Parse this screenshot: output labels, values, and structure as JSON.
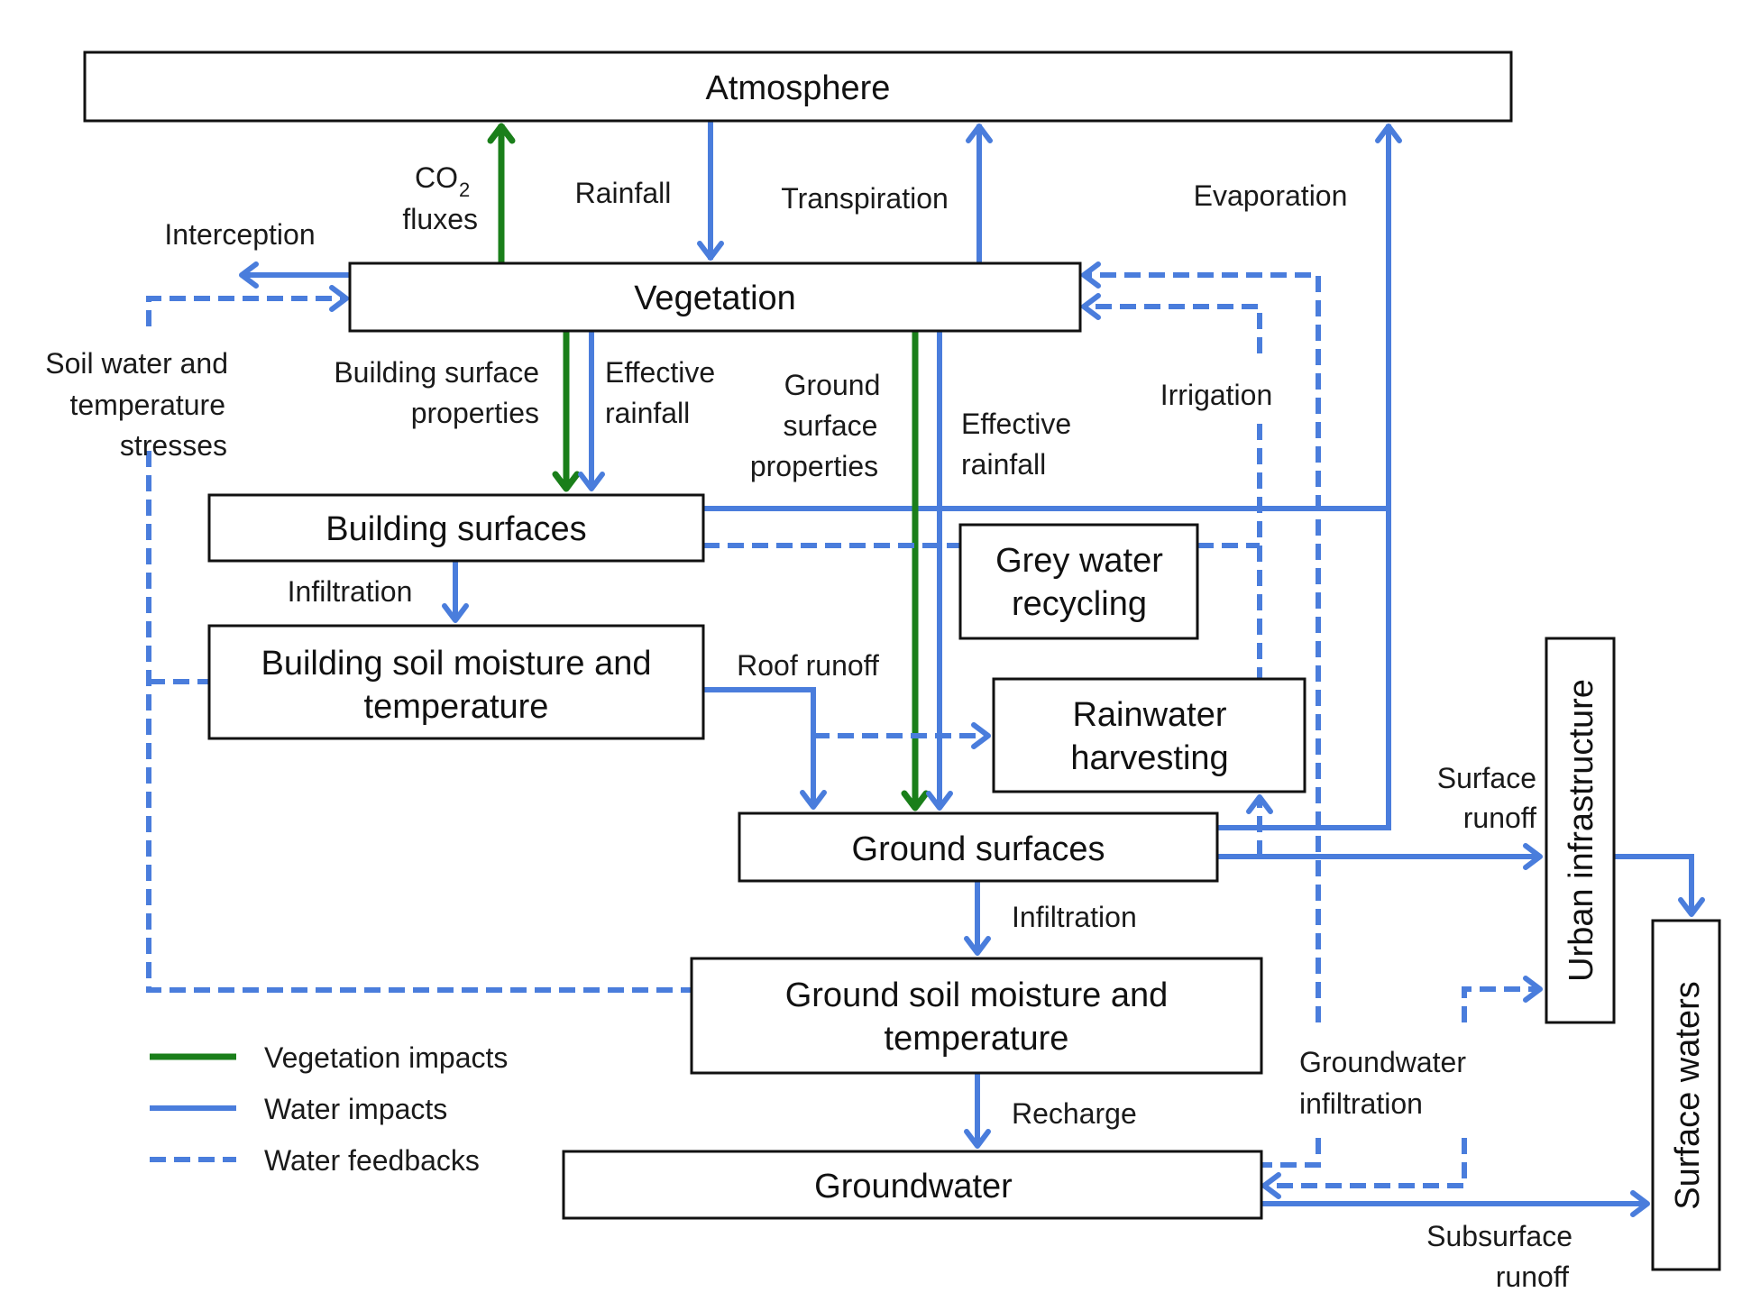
{
  "colors": {
    "vegetation_impacts": "#1a7f1a",
    "water_impacts": "#4a7ddc",
    "water_feedbacks": "#4a7ddc",
    "box_border": "#111111"
  },
  "boxes": {
    "atmosphere": "Atmosphere",
    "vegetation": "Vegetation",
    "building_surfaces": "Building surfaces",
    "building_soil": [
      "Building soil moisture and",
      "temperature"
    ],
    "grey_water": [
      "Grey water",
      "recycling"
    ],
    "rainwater": [
      "Rainwater",
      "harvesting"
    ],
    "ground_surfaces": "Ground surfaces",
    "ground_soil": [
      "Ground soil moisture and",
      "temperature"
    ],
    "groundwater": "Groundwater",
    "urban_infrastructure": "Urban infrastructure",
    "surface_waters": "Surface waters"
  },
  "flows": {
    "co2_main": "CO",
    "co2_sub": "2",
    "co2_line2": "fluxes",
    "rainfall": "Rainfall",
    "transpiration": "Transpiration",
    "evaporation": "Evaporation",
    "interception": "Interception",
    "soil_stresses": [
      "Soil water and",
      "temperature",
      "stresses"
    ],
    "building_surface_properties": [
      "Building surface",
      "properties"
    ],
    "effective_rainfall_1": [
      "Effective",
      "rainfall"
    ],
    "ground_surface_properties": [
      "Ground",
      "surface",
      "properties"
    ],
    "effective_rainfall_2": [
      "Effective",
      "rainfall"
    ],
    "irrigation": "Irrigation",
    "infiltration_1": "Infiltration",
    "roof_runoff": "Roof runoff",
    "surface_runoff": [
      "Surface",
      "runoff"
    ],
    "infiltration_2": "Infiltration",
    "recharge": "Recharge",
    "groundwater_infiltration": [
      "Groundwater",
      "infiltration"
    ],
    "subsurface_runoff": [
      "Subsurface",
      "runoff"
    ]
  },
  "legend": [
    {
      "label": "Vegetation impacts",
      "style": "solid-green"
    },
    {
      "label": "Water impacts",
      "style": "solid-blue"
    },
    {
      "label": "Water feedbacks",
      "style": "dashed-blue"
    }
  ]
}
